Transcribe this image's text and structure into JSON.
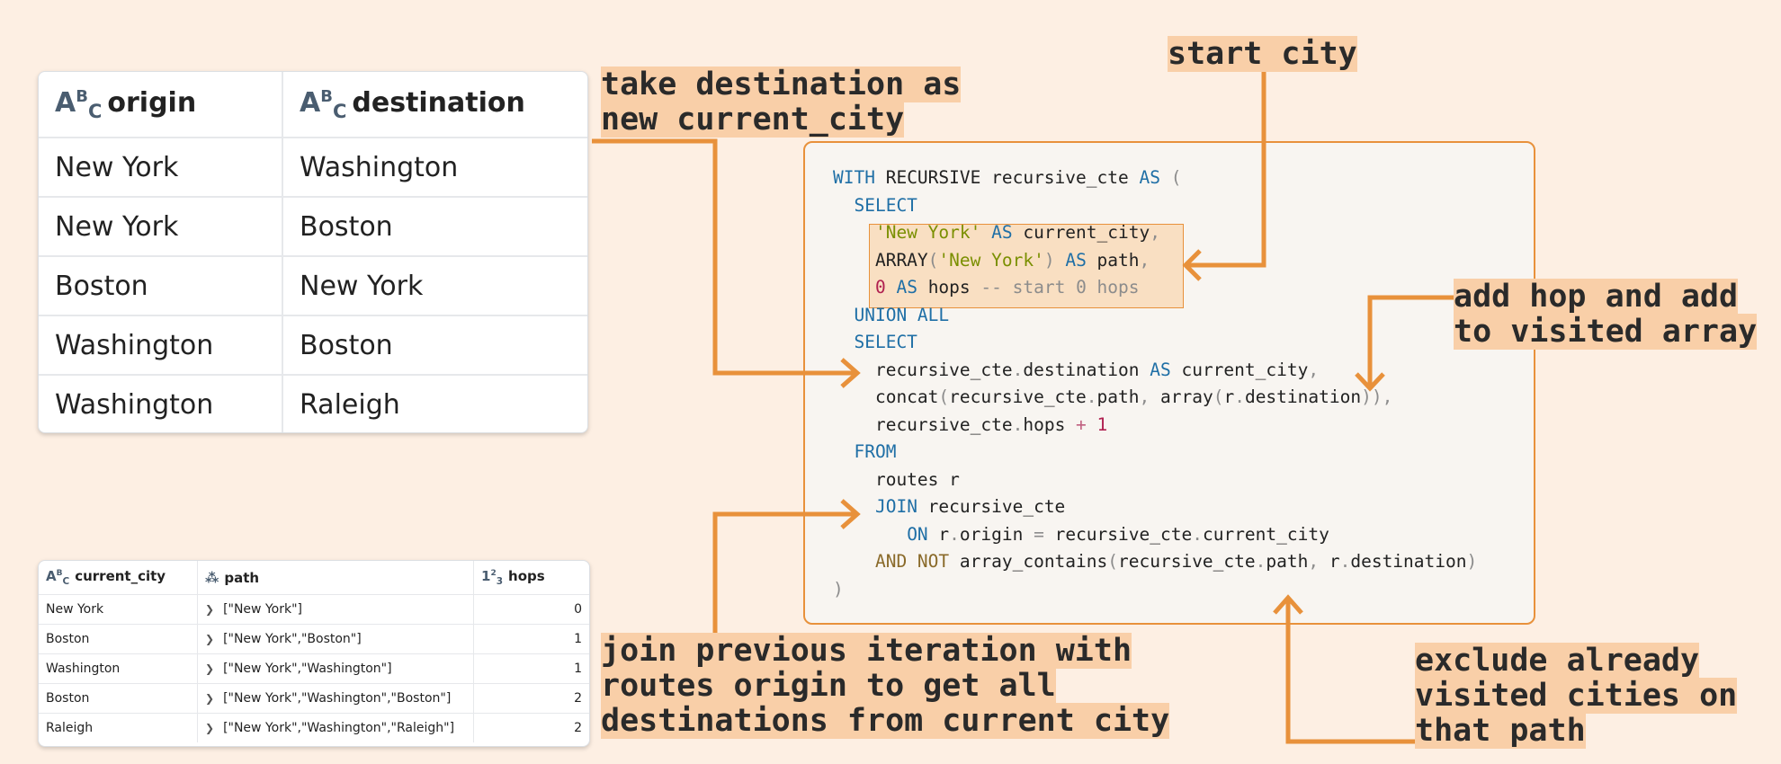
{
  "routes_table": {
    "columns": [
      {
        "type_icon": "ABC",
        "label": "origin"
      },
      {
        "type_icon": "ABC",
        "label": "destination"
      }
    ],
    "rows": [
      [
        "New York",
        "Washington"
      ],
      [
        "New York",
        "Boston"
      ],
      [
        "Boston",
        "New York"
      ],
      [
        "Washington",
        "Boston"
      ],
      [
        "Washington",
        "Raleigh"
      ]
    ]
  },
  "result_table": {
    "columns": [
      {
        "type_icon": "ABC",
        "label": "current_city"
      },
      {
        "type_icon": "struct",
        "label": "path"
      },
      {
        "type_icon": "123",
        "label": "hops"
      }
    ],
    "rows": [
      [
        "New York",
        "[\"New York\"]",
        "0"
      ],
      [
        "Boston",
        "[\"New York\",\"Boston\"]",
        "1"
      ],
      [
        "Washington",
        "[\"New York\",\"Washington\"]",
        "1"
      ],
      [
        "Boston",
        "[\"New York\",\"Washington\",\"Boston\"]",
        "2"
      ],
      [
        "Raleigh",
        "[\"New York\",\"Washington\",\"Raleigh\"]",
        "2"
      ]
    ]
  },
  "annotations": {
    "take_destination": [
      "take destination as",
      "new current_city"
    ],
    "start_city": [
      "start city"
    ],
    "add_hop": [
      "add hop and add",
      "to visited array"
    ],
    "join_previous": [
      "join previous iteration with",
      "routes origin to get all",
      "destinations from current city"
    ],
    "exclude_visited": [
      "exclude already",
      "visited cities on",
      "that path"
    ]
  },
  "colors": {
    "background": "#fdefe3",
    "accent_orange": "#e8913b",
    "label_highlight": "#f9cfa8",
    "keyword_blue": "#1f6fa6",
    "string_green": "#7a8f00",
    "number_red": "#b02050"
  }
}
